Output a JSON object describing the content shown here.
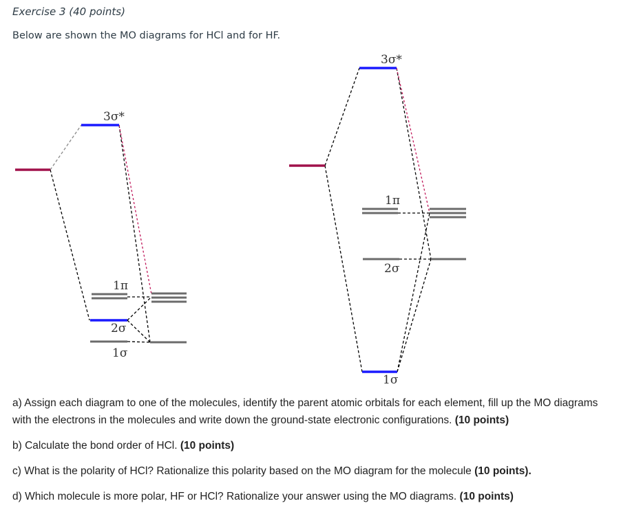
{
  "header": {
    "title": "Exercise 3 (40 points)",
    "intro": "Below are shown the MO diagrams for HCl and for HF."
  },
  "colors": {
    "sigma_bonding_level": "#1a1aff",
    "atomic_level_red": "#a0104a",
    "nonbonding_level": "#6b6b6b",
    "dashed_line": "#000000",
    "dashed_red": "#c0185a"
  },
  "diagram_left": {
    "labels": {
      "sigma3_star": "3σ*",
      "pi1": "1π",
      "sigma2": "2σ",
      "sigma1": "1σ"
    }
  },
  "diagram_right": {
    "labels": {
      "sigma3_star": "3σ*",
      "pi1": "1π",
      "sigma2": "2σ",
      "sigma1": "1σ"
    }
  },
  "questions": [
    {
      "text": "a) Assign each diagram to one of the molecules, identify the parent atomic orbitals for each element, fill up the MO diagrams with the electrons in the molecules and write down the ground-state electronic configurations. ",
      "points": "(10 points)"
    },
    {
      "text": "b) Calculate the bond order of HCl. ",
      "points": "(10 points)"
    },
    {
      "text": "c) What is the polarity of HCl? Rationalize this polarity based on the MO diagram for the molecule ",
      "points": "(10 points)."
    },
    {
      "text": "d) Which molecule is more polar, HF or HCl? Rationalize your answer using the MO diagrams. ",
      "points": "(10 points)"
    }
  ]
}
